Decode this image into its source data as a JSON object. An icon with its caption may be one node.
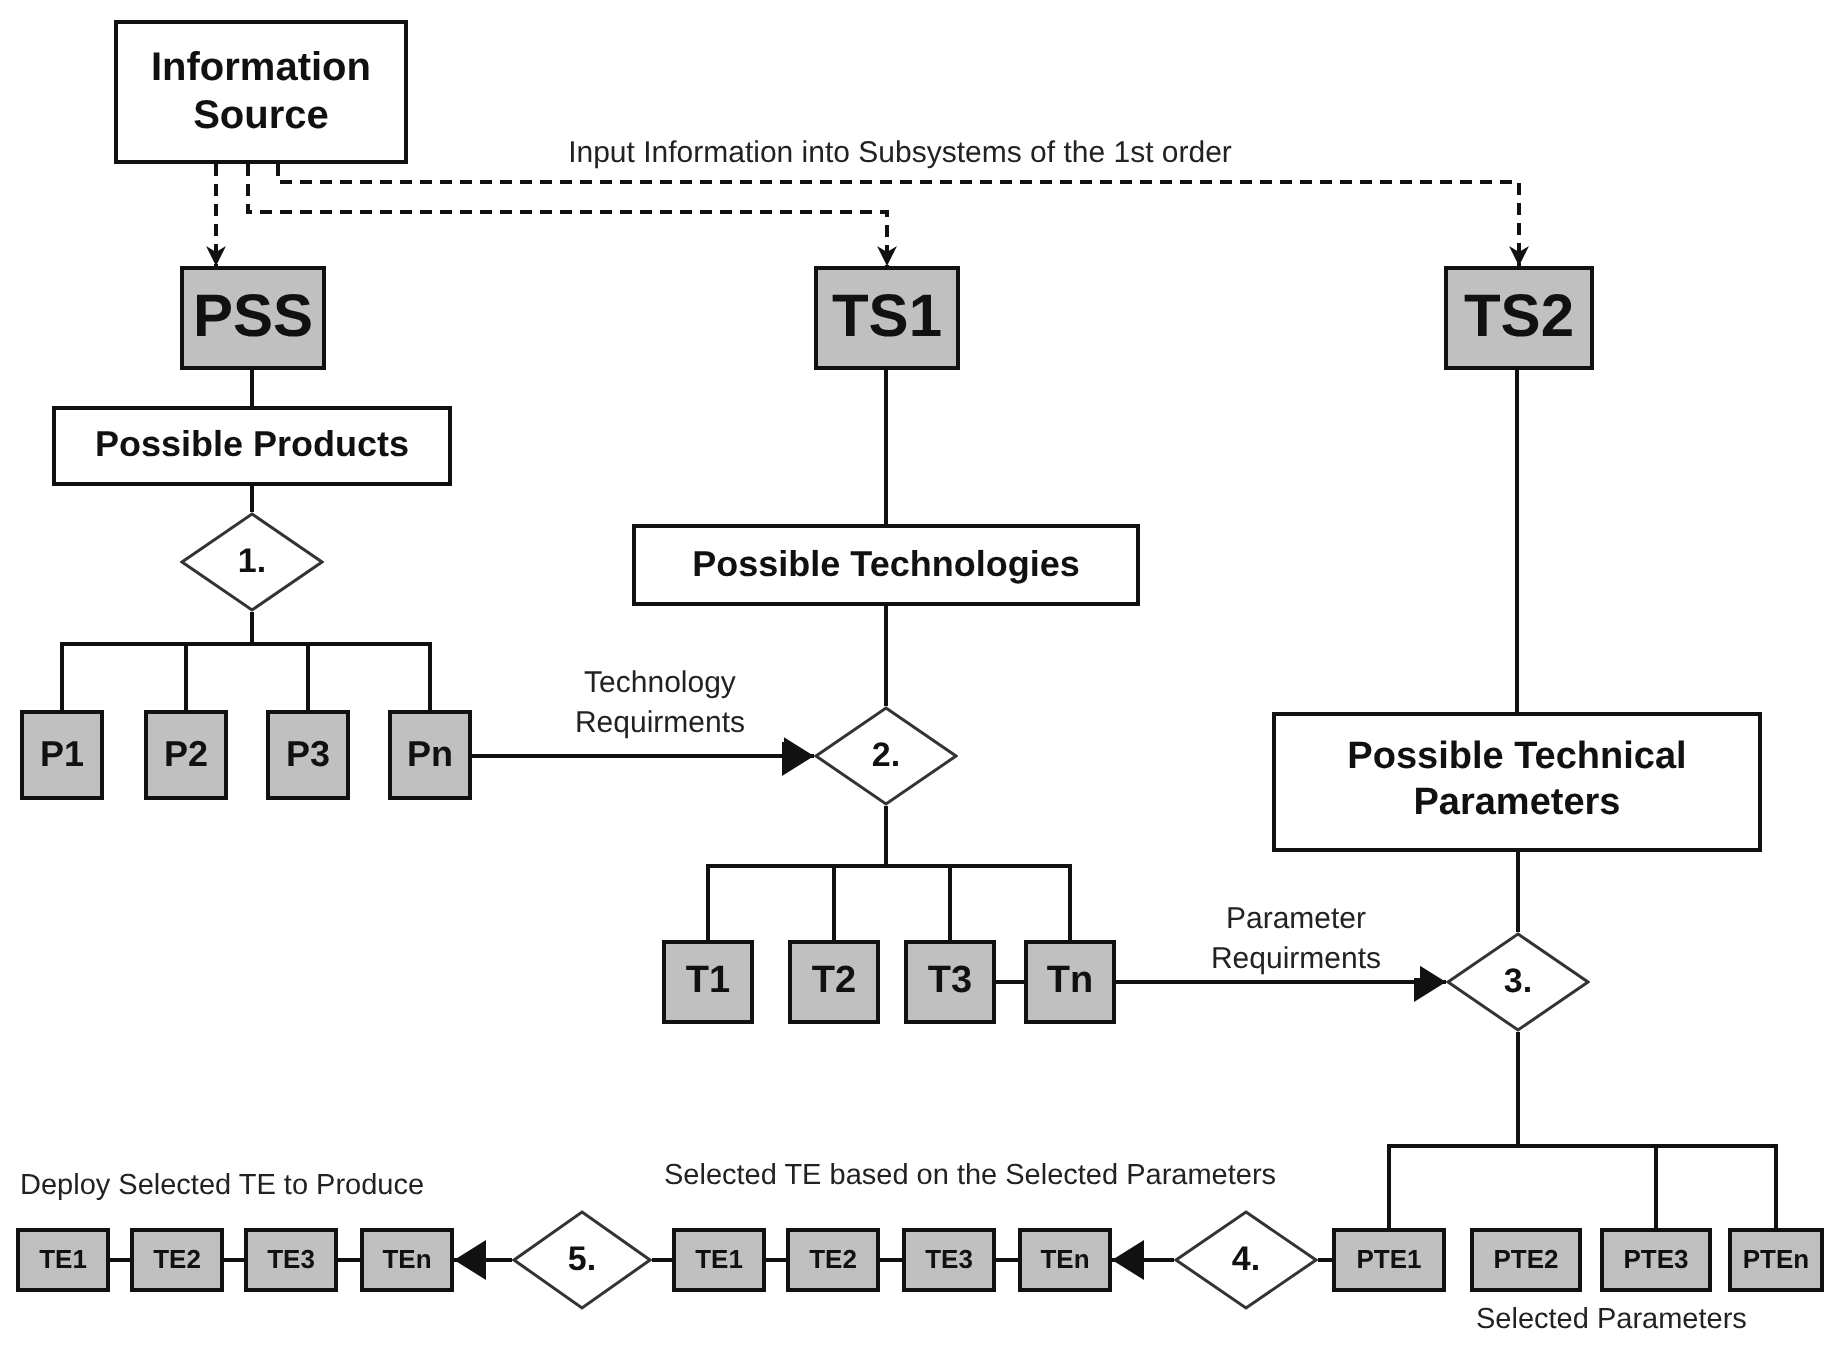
{
  "diagram": {
    "nodes": [
      {
        "text": [
          "Information Source"
        ]
      },
      {
        "text": [
          "PSS"
        ]
      },
      {
        "text": [
          "TS1"
        ]
      },
      {
        "text": [
          "TS2"
        ]
      },
      {
        "text": [
          "Possible Products"
        ]
      },
      {
        "text": [
          "1."
        ]
      },
      {
        "text": [
          "P1"
        ]
      },
      {
        "text": [
          "P2"
        ]
      },
      {
        "text": [
          "P3"
        ]
      },
      {
        "text": [
          "Pn"
        ]
      },
      {
        "text": [
          "Possible Technologies"
        ]
      },
      {
        "text": [
          "2."
        ]
      },
      {
        "text": [
          "T1"
        ]
      },
      {
        "text": [
          "T2"
        ]
      },
      {
        "text": [
          "T3"
        ]
      },
      {
        "text": [
          "Tn"
        ]
      },
      {
        "text": [
          "Possible Technical Parameters"
        ]
      },
      {
        "text": [
          "3."
        ]
      },
      {
        "text": [
          "PTE1"
        ]
      },
      {
        "text": [
          "PTE2"
        ]
      },
      {
        "text": [
          "PTE3"
        ]
      },
      {
        "text": [
          "PTEn"
        ]
      },
      {
        "text": [
          "4."
        ]
      },
      {
        "text": [
          "TE1"
        ]
      },
      {
        "text": [
          "TE2"
        ]
      },
      {
        "text": [
          "TE3"
        ]
      },
      {
        "text": [
          "TEn"
        ]
      },
      {
        "text": [
          "5."
        ]
      },
      {
        "text": [
          "TE1"
        ]
      },
      {
        "text": [
          "TE2"
        ]
      },
      {
        "text": [
          "TE3"
        ]
      },
      {
        "text": [
          "TEn"
        ]
      }
    ],
    "edges": [
      {
        "from": 0,
        "to": 1,
        "arrow": "to",
        "style": "dashed"
      },
      {
        "from": 0,
        "to": 2,
        "arrow": "to",
        "style": "dashed"
      },
      {
        "from": 0,
        "to": 3,
        "arrow": "to",
        "style": "dashed",
        "label": "Input Information into Subsystems of the 1st order"
      },
      {
        "from": 1,
        "to": 4,
        "arrow": "none"
      },
      {
        "from": 4,
        "to": 5,
        "arrow": "none"
      },
      {
        "from": 5,
        "to": 6,
        "arrow": "none"
      },
      {
        "from": 5,
        "to": 7,
        "arrow": "none"
      },
      {
        "from": 5,
        "to": 8,
        "arrow": "none"
      },
      {
        "from": 5,
        "to": 9,
        "arrow": "none"
      },
      {
        "from": 9,
        "to": 11,
        "arrow": "to",
        "label": "Technology Requirments"
      },
      {
        "from": 2,
        "to": 10,
        "arrow": "none"
      },
      {
        "from": 10,
        "to": 11,
        "arrow": "none"
      },
      {
        "from": 11,
        "to": 12,
        "arrow": "none"
      },
      {
        "from": 11,
        "to": 13,
        "arrow": "none"
      },
      {
        "from": 11,
        "to": 14,
        "arrow": "none"
      },
      {
        "from": 11,
        "to": 15,
        "arrow": "none"
      },
      {
        "from": 14,
        "to": 15,
        "arrow": "none"
      },
      {
        "from": 15,
        "to": 17,
        "arrow": "to",
        "label": "Parameter Requirments"
      },
      {
        "from": 3,
        "to": 16,
        "arrow": "none"
      },
      {
        "from": 16,
        "to": 17,
        "arrow": "none"
      },
      {
        "from": 17,
        "to": 18,
        "arrow": "none"
      },
      {
        "from": 17,
        "to": 20,
        "arrow": "none"
      },
      {
        "from": 17,
        "to": 21,
        "arrow": "none"
      },
      {
        "from": 18,
        "to": 22,
        "arrow": "none"
      },
      {
        "from": 22,
        "to": 26,
        "arrow": "to"
      },
      {
        "from": 23,
        "to": 24,
        "arrow": "none"
      },
      {
        "from": 24,
        "to": 25,
        "arrow": "none"
      },
      {
        "from": 25,
        "to": 26,
        "arrow": "none"
      },
      {
        "from": 23,
        "to": 27,
        "arrow": "none"
      },
      {
        "from": 27,
        "to": 31,
        "arrow": "to"
      },
      {
        "from": 28,
        "to": 29,
        "arrow": "none"
      },
      {
        "from": 29,
        "to": 30,
        "arrow": "none"
      },
      {
        "from": 30,
        "to": 31,
        "arrow": "none"
      }
    ],
    "labels": [
      "Deploy Selected TE to Produce",
      "Selected TE based on the Selected Parameters",
      "Selected Parameters"
    ]
  }
}
